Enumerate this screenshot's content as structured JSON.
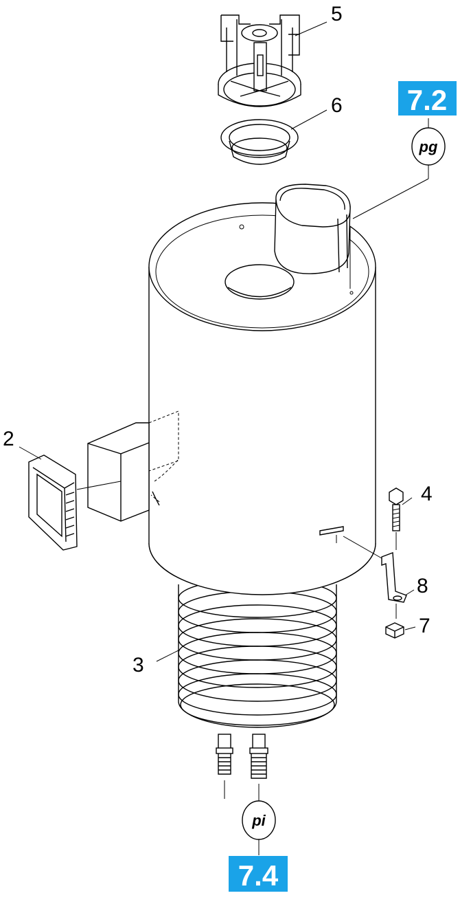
{
  "callouts": [
    {
      "id": "part-5",
      "label": "5"
    },
    {
      "id": "part-6",
      "label": "6"
    },
    {
      "id": "part-2",
      "label": "2"
    },
    {
      "id": "part-4",
      "label": "4"
    },
    {
      "id": "part-8",
      "label": "8"
    },
    {
      "id": "part-7",
      "label": "7"
    },
    {
      "id": "part-3",
      "label": "3"
    }
  ],
  "badges": {
    "top": "7.2",
    "bottom": "7.4",
    "color": "#1aa3e8"
  },
  "connectors": {
    "top": "pg",
    "bottom": "pi"
  }
}
